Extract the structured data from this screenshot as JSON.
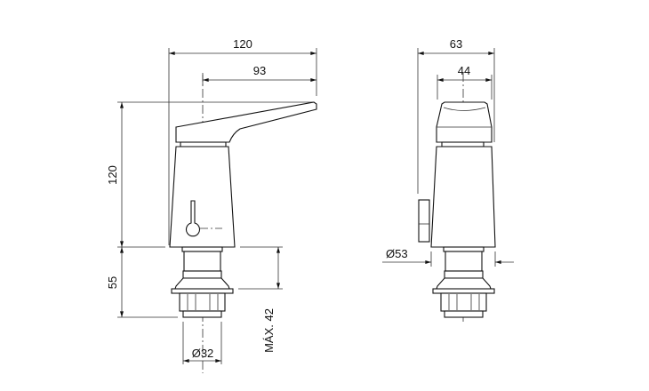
{
  "side_view": {
    "dim_width_total": "120",
    "dim_width_spout": "93",
    "dim_height_body": "120",
    "dim_height_base": "55",
    "dim_max_thickness": "MÁX. 42",
    "dim_thread_diameter": "Ø32"
  },
  "front_view": {
    "dim_width_total": "63",
    "dim_width_knob": "44",
    "dim_body_diameter": "Ø53"
  }
}
